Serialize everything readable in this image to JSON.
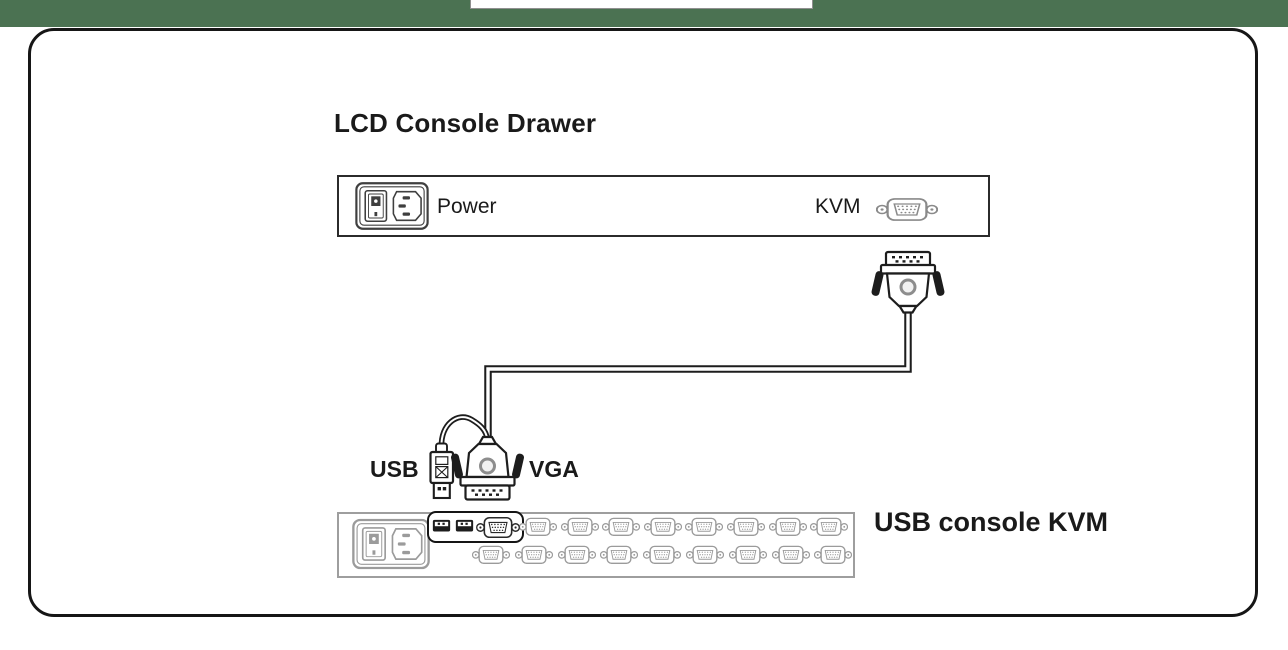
{
  "page": {
    "top_band_color": "#4b7252",
    "background_color": "#ffffff"
  },
  "title": "LCD Console Drawer",
  "lcd_console_drawer": {
    "power_label": "Power",
    "kvm_label": "KVM"
  },
  "kvm_cable": {
    "usb_label": "USB",
    "vga_label": "VGA"
  },
  "usb_console_kvm": {
    "label": "USB console KVM",
    "console_usb_port_count": 2,
    "console_vga_port_count": 1,
    "vga_port_row_counts": [
      8,
      9
    ]
  },
  "colors": {
    "line_dark": "#1d1d1d",
    "port_gray": "#9b9b9b",
    "box_border_dark": "#2b2b2b",
    "box_border_gray": "#9e9e9e"
  }
}
